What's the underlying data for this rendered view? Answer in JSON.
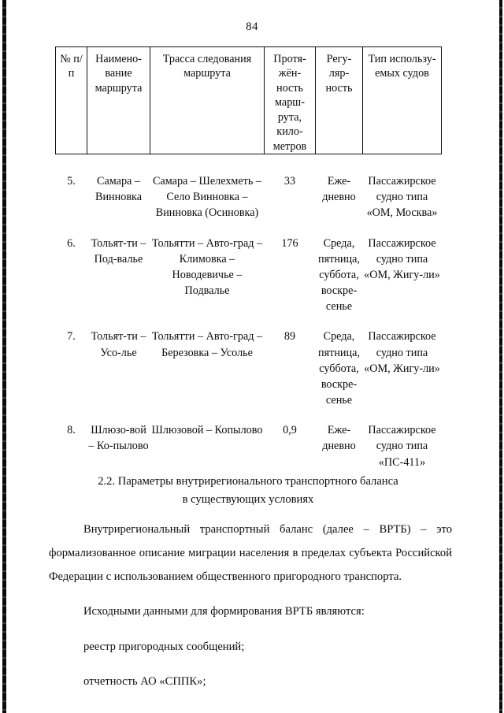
{
  "page": {
    "number": "84"
  },
  "table": {
    "headers": [
      "№ п/п",
      "Наимено-\nвание\nмаршрута",
      "Трасса следования маршрута",
      "Протя-\nжён-\nность\nмарш-\nрута,\nкило-\nметров",
      "Регу-\nляр-\nность",
      "Тип использу-\nемых судов"
    ],
    "headers_plain": {
      "num": "№ п/п",
      "name": "Наименование маршрута",
      "route": "Трасса следования маршрута",
      "length": "Протяжённость маршрута, километров",
      "regularity": "Регулярность",
      "ship_type": "Тип используемых судов"
    },
    "rows": [
      {
        "num": "5.",
        "name": "Самара – Винновка",
        "route": "Самара – Шелехметь – Село Винновка – Винновка (Осиновка)",
        "length": "33",
        "regularity": "Еже-дневно",
        "ship_type": "Пассажирское судно типа «ОМ, Москва»"
      },
      {
        "num": "6.",
        "name": "Тольят-ти – Под-валье",
        "route": "Тольятти – Авто-град – Климовка – Новодевичье – Подвалье",
        "length": "176",
        "regularity": "Среда, пятница, суббота, воскре-сенье",
        "ship_type": "Пассажирское судно типа «ОМ, Жигу-ли»"
      },
      {
        "num": "7.",
        "name": "Тольят-ти – Усо-лье",
        "route": "Тольятти – Авто-град – Березовка – Усолье",
        "length": "89",
        "regularity": "Среда, пятница, суббота, воскре-сенье",
        "ship_type": "Пассажирское судно типа «ОМ, Жигу-ли»"
      },
      {
        "num": "8.",
        "name": "Шлюзо-вой – Ко-пылово",
        "route": "Шлюзовой – Копылово",
        "length": "0,9",
        "regularity": "Еже-дневно",
        "ship_type": "Пассажирское судно типа «ПС-411»"
      }
    ]
  },
  "section": {
    "heading_line1": "2.2. Параметры внутрирегионального транспортного баланса",
    "heading_line2": "в существующих условиях"
  },
  "body": {
    "paragraph1": "Внутрирегиональный транспортный баланс (далее – ВРТБ) – это формализованное описание миграции населения в пределах субъекта Российской Федерации с использованием общественного пригородного транспорта.",
    "paragraph2": "Исходными данными для формирования ВРТБ являются:",
    "item1": "реестр пригородных сообщений;",
    "item2": "отчетность АО «СППК»;"
  }
}
